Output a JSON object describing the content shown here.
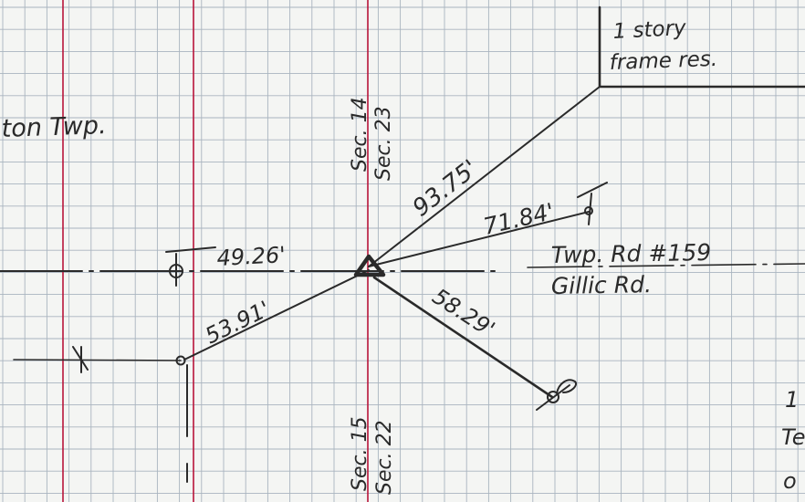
{
  "colors": {
    "paper": "#f4f5f3",
    "grid": "#a9b4bf",
    "margin_line": "#b8143a",
    "ink": "#2a2a2a"
  },
  "labels": {
    "township_left": "ton Twp.",
    "building": [
      "1 story",
      "frame res."
    ],
    "road": [
      "Twp. Rd #159",
      "Gillic Rd."
    ],
    "sections_upper": [
      "Sec. 14",
      "Sec. 23"
    ],
    "sections_lower": [
      "Sec. 15",
      "Sec. 22"
    ],
    "right_edge": [
      "1",
      "Te",
      "o"
    ]
  },
  "measurements": {
    "to_building": "93.75'",
    "to_pole_upper": "71.84'",
    "to_pole_road": "49.26'",
    "to_pole_lower_left": "53.91'",
    "to_pole_lower_right": "58.29'"
  }
}
